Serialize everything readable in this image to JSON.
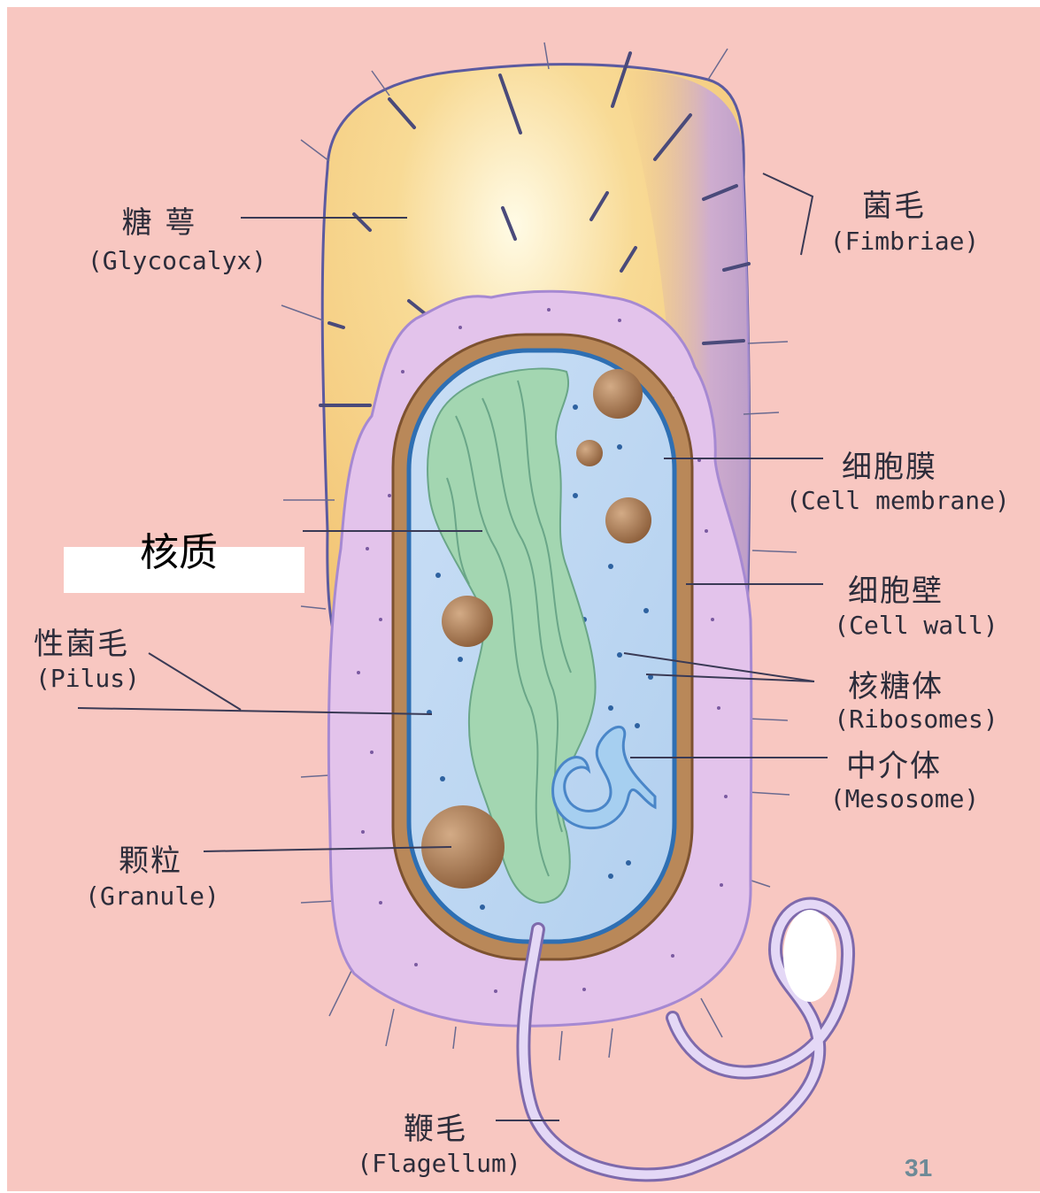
{
  "colors": {
    "page_bg": "#ffffff",
    "panel_bg": "#f8c7c1",
    "glycocalyx": "#f7cf86",
    "capsule_edge": "#a88ed6",
    "cell_wall": "#9b6a3a",
    "membrane": "#2e6fb3",
    "cytoplasm": "#bcd7f2",
    "nucleoid": "#9fd6b0",
    "granule": "#a07048",
    "flagellum": "#d8c8f0",
    "page_number": "#6d8a97"
  },
  "labels": {
    "glycocalyx_zh": "糖 萼",
    "glycocalyx_en": "(Glycocalyx)",
    "fimbriae_zh": "菌毛",
    "fimbriae_en": "(Fimbriae)",
    "cell_membrane_zh": "细胞膜",
    "cell_membrane_en": "(Cell membrane)",
    "nucleoid_zh": "核质",
    "cell_wall_zh": "细胞壁",
    "cell_wall_en": "(Cell wall)",
    "pilus_zh": "性菌毛",
    "pilus_en": "(Pilus)",
    "ribosomes_zh": "核糖体",
    "ribosomes_en": "(Ribosomes)",
    "mesosome_zh": "中介体",
    "mesosome_en": "(Mesosome)",
    "granule_zh": "颗粒",
    "granule_en": "(Granule)",
    "flagellum_zh": "鞭毛",
    "flagellum_en": "(Flagellum)"
  },
  "page_number": "31"
}
